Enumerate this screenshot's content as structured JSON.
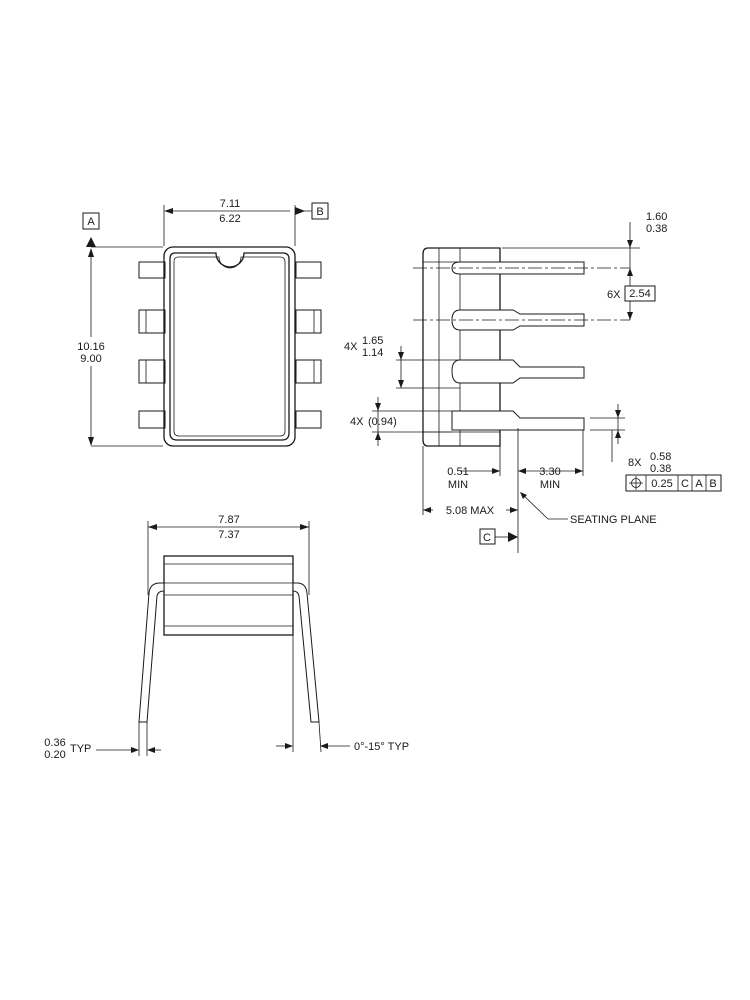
{
  "datum_a": "A",
  "datum_b": "B",
  "datum_c": "C",
  "top_view": {
    "width_max": "7.11",
    "width_min": "6.22",
    "length_max": "10.16",
    "length_min": "9.00"
  },
  "side_view": {
    "lead_thickness_max": "1.60",
    "lead_thickness_min": "0.38",
    "pitch_count": "6X",
    "pitch_basic": "2.54",
    "lead_width_count": "4X",
    "lead_width_max": "1.65",
    "lead_width_min": "1.14",
    "shoulder_count": "4X",
    "shoulder_ref": "(0.94)",
    "lead_size_count": "8X",
    "lead_size_max": "0.58",
    "lead_size_min": "0.38",
    "standoff_value": "0.51",
    "standoff_note": "MIN",
    "lead_length_value": "3.30",
    "lead_length_note": "MIN",
    "seated_height": "5.08 MAX",
    "seating_plane_label": "SEATING PLANE",
    "tolerance_frame": {
      "symbol": "⌖",
      "value": "0.25",
      "refs": [
        "C",
        "A",
        "B"
      ]
    }
  },
  "end_view": {
    "span_max": "7.87",
    "span_min": "7.37",
    "lead_thk_max": "0.36",
    "lead_thk_min": "0.20",
    "lead_thk_note": "TYP",
    "angle_text": "0°-15° TYP"
  }
}
